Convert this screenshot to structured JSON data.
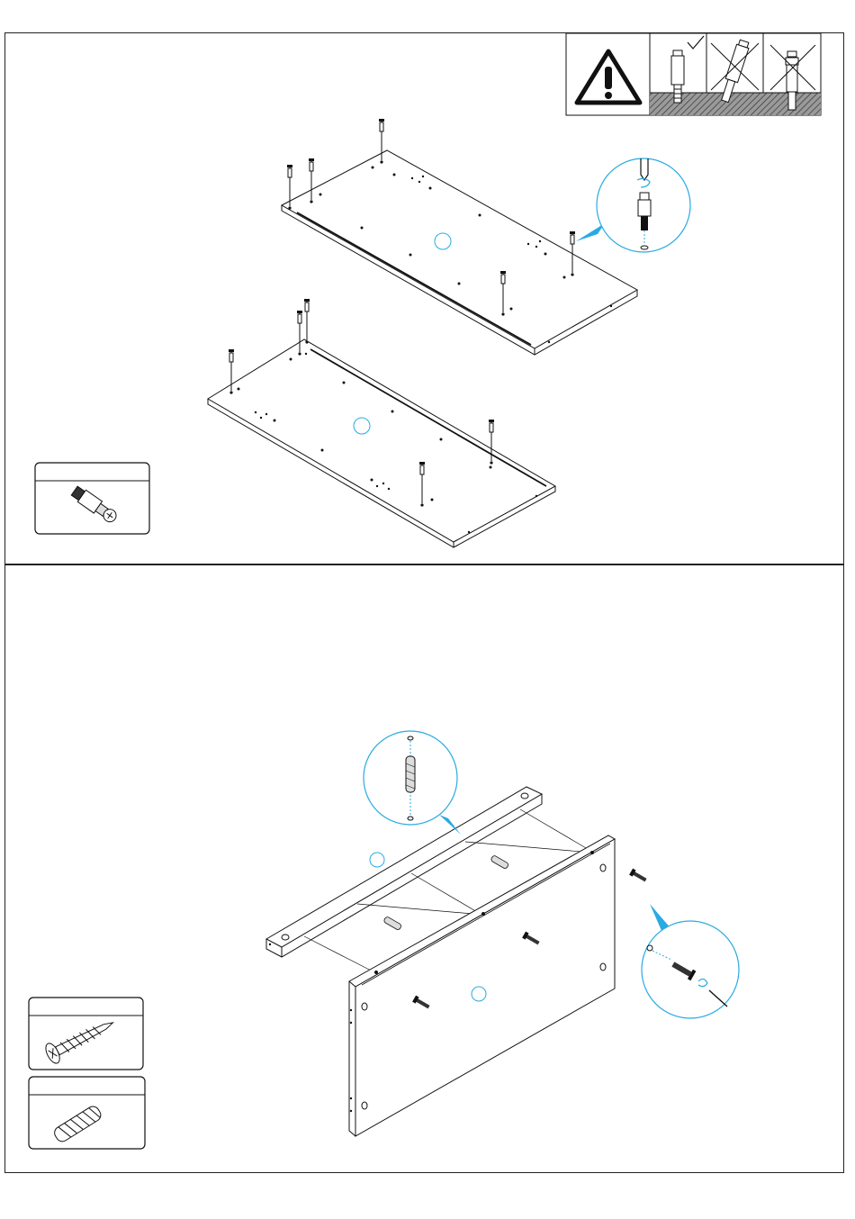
{
  "manual": {
    "steps": [
      {
        "id": "step-1",
        "panels": [
          {
            "id": "top-panel",
            "callout_number": ""
          },
          {
            "id": "bottom-panel",
            "callout_number": ""
          }
        ],
        "hardware_box": {
          "label": "",
          "quantity": "",
          "icon": "cam-bolt-icon"
        },
        "warning_table": {
          "icon": "warning-triangle-icon",
          "cells": [
            {
              "state": "correct",
              "icon": "checkmark-icon"
            },
            {
              "state": "incorrect-tilted",
              "icon": "cross-icon"
            },
            {
              "state": "incorrect-too-deep",
              "icon": "cross-icon"
            }
          ]
        },
        "detail_callout": {
          "icon": "cam-bolt-insert-detail",
          "accent": "#29abe2"
        }
      },
      {
        "id": "step-2",
        "panels": [
          {
            "id": "rail",
            "callout_number": ""
          },
          {
            "id": "side-panel",
            "callout_number": ""
          }
        ],
        "hardware_boxes": [
          {
            "label": "",
            "quantity": "",
            "icon": "wood-screw-icon"
          },
          {
            "label": "",
            "quantity": "",
            "icon": "wooden-dowel-icon"
          }
        ],
        "detail_callouts": [
          {
            "icon": "dowel-insert-detail",
            "accent": "#29abe2"
          },
          {
            "icon": "screw-drive-detail",
            "accent": "#29abe2"
          }
        ]
      }
    ]
  }
}
